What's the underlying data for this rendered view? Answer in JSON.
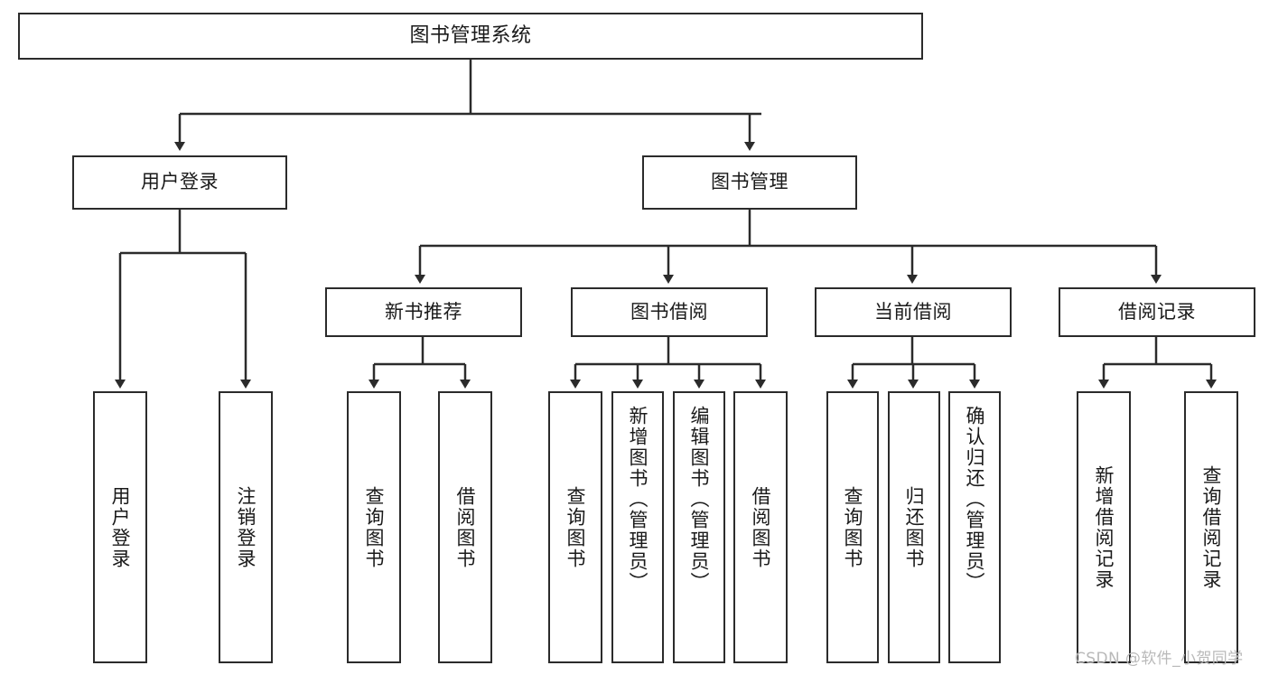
{
  "diagram": {
    "title": "图书管理系统",
    "type": "tree-hierarchy",
    "watermark": "CSDN @软件_小贺同学",
    "colors": {
      "background": "#ffffff",
      "node_border": "#2b2b2b",
      "node_fill": "#ffffff",
      "edge": "#2b2b2b",
      "text": "#1a1a1a",
      "watermark": "#b9b9b9"
    },
    "nodes": {
      "root": {
        "label": "图书管理系统"
      },
      "level1": [
        {
          "id": "user-login",
          "label": "用户登录"
        },
        {
          "id": "book-management",
          "label": "图书管理"
        }
      ],
      "level2": [
        {
          "id": "new-book-recommend",
          "label": "新书推荐"
        },
        {
          "id": "book-borrow",
          "label": "图书借阅"
        },
        {
          "id": "current-borrow",
          "label": "当前借阅"
        },
        {
          "id": "borrow-record",
          "label": "借阅记录"
        }
      ],
      "leaves": {
        "user_login": [
          {
            "id": "leaf-user-login",
            "label": "用户登录"
          },
          {
            "id": "leaf-logout-login",
            "label": "注销登录"
          }
        ],
        "new_book_recommend": [
          {
            "id": "leaf-query-book-1",
            "label": "查询图书"
          },
          {
            "id": "leaf-borrow-book-1",
            "label": "借阅图书"
          }
        ],
        "book_borrow": [
          {
            "id": "leaf-query-book-2",
            "label": "查询图书"
          },
          {
            "id": "leaf-add-book",
            "label": "新增图书（管理员）"
          },
          {
            "id": "leaf-edit-book",
            "label": "编辑图书（管理员）"
          },
          {
            "id": "leaf-borrow-book-2",
            "label": "借阅图书"
          }
        ],
        "current_borrow": [
          {
            "id": "leaf-query-book-3",
            "label": "查询图书"
          },
          {
            "id": "leaf-return-book",
            "label": "归还图书"
          },
          {
            "id": "leaf-confirm-return",
            "label": "确认归还（管理员）"
          }
        ],
        "borrow_record": [
          {
            "id": "leaf-add-record",
            "label": "新增借阅记录"
          },
          {
            "id": "leaf-query-record",
            "label": "查询借阅记录"
          }
        ]
      }
    },
    "edges": [
      {
        "from": "root",
        "to": "user-login"
      },
      {
        "from": "root",
        "to": "book-management"
      },
      {
        "from": "user-login",
        "to": "leaf-user-login"
      },
      {
        "from": "user-login",
        "to": "leaf-logout-login"
      },
      {
        "from": "book-management",
        "to": "new-book-recommend"
      },
      {
        "from": "book-management",
        "to": "book-borrow"
      },
      {
        "from": "book-management",
        "to": "current-borrow"
      },
      {
        "from": "book-management",
        "to": "borrow-record"
      },
      {
        "from": "new-book-recommend",
        "to": "leaf-query-book-1"
      },
      {
        "from": "new-book-recommend",
        "to": "leaf-borrow-book-1"
      },
      {
        "from": "book-borrow",
        "to": "leaf-query-book-2"
      },
      {
        "from": "book-borrow",
        "to": "leaf-add-book"
      },
      {
        "from": "book-borrow",
        "to": "leaf-edit-book"
      },
      {
        "from": "book-borrow",
        "to": "leaf-borrow-book-2"
      },
      {
        "from": "current-borrow",
        "to": "leaf-query-book-3"
      },
      {
        "from": "current-borrow",
        "to": "leaf-return-book"
      },
      {
        "from": "current-borrow",
        "to": "leaf-confirm-return"
      },
      {
        "from": "borrow-record",
        "to": "leaf-add-record"
      },
      {
        "from": "borrow-record",
        "to": "leaf-query-record"
      }
    ]
  }
}
